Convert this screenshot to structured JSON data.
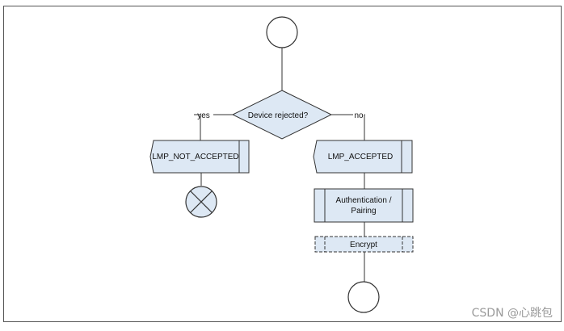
{
  "diagram": {
    "decision": {
      "label": "Device rejected?"
    },
    "branches": {
      "yes": "yes",
      "no": "no"
    },
    "nodes": {
      "lmp_not_accepted": "LMP_NOT_ACCEPTED",
      "lmp_accepted": "LMP_ACCEPTED",
      "auth_line1": "Authentication /",
      "auth_line2": "Pairing",
      "encrypt": "Encrypt"
    },
    "colors": {
      "node_fill": "#dde8f4",
      "stroke": "#333333",
      "frame": "#555555"
    }
  },
  "watermark": {
    "text": "CSDN @心跳包"
  }
}
